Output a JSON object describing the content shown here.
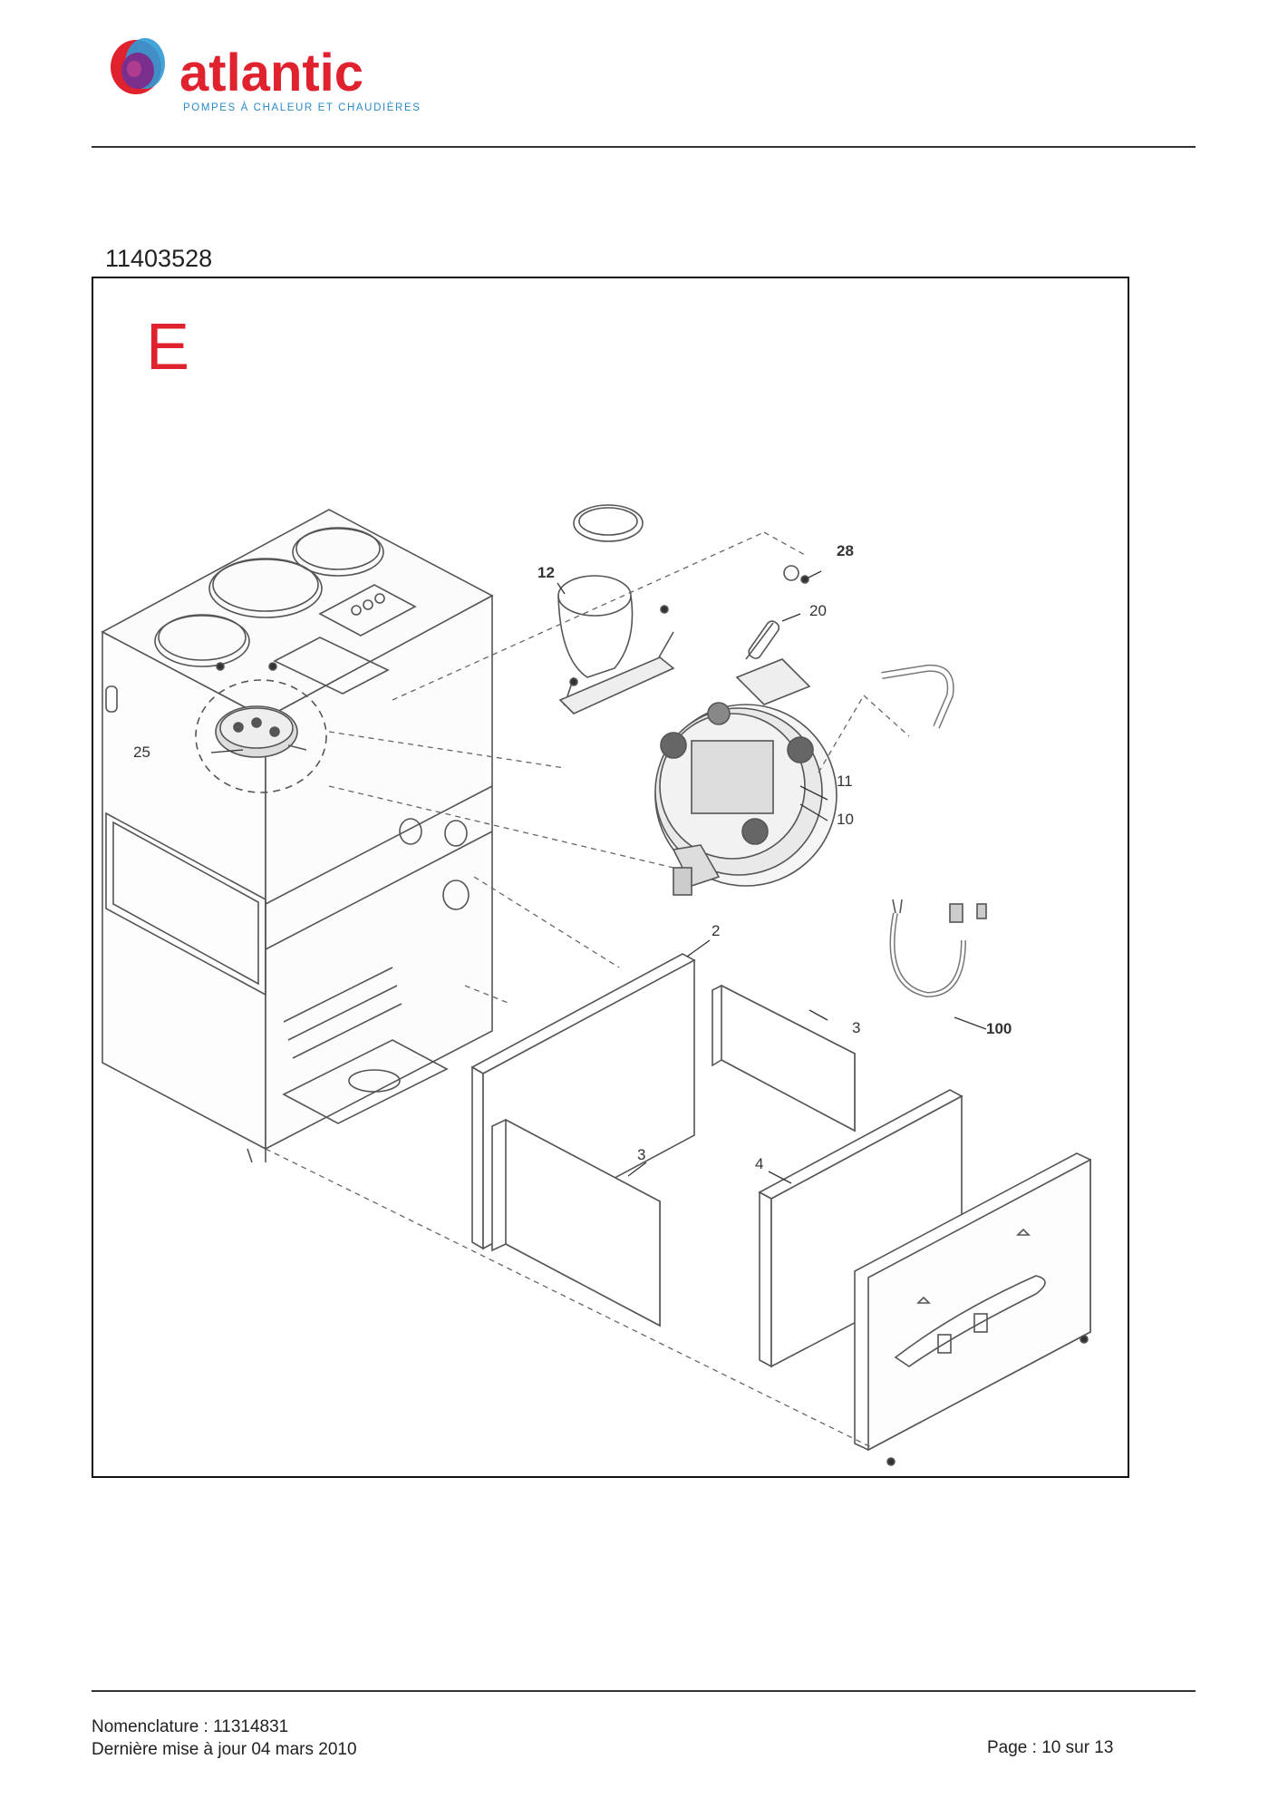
{
  "header": {
    "brand_name": "atlantic",
    "brand_tagline": "POMPES À CHALEUR ET CHAUDIÈRES",
    "brand_colors": {
      "wordmark": "#e0222e",
      "tagline": "#2a8ac6",
      "swirl_red": "#e0222e",
      "swirl_blue": "#2f9ad6",
      "swirl_purple": "#7a2f8f"
    }
  },
  "document": {
    "reference": "11403528",
    "section_letter": "E",
    "section_color": "#e0222e"
  },
  "diagram": {
    "callouts": [
      "28",
      "12",
      "20",
      "25",
      "11",
      "10",
      "2",
      "3",
      "100",
      "3",
      "4"
    ]
  },
  "footer": {
    "nomenclature": "Nomenclature : 11314831",
    "last_update": "Dernière mise à jour 04 mars 2010",
    "page": "Page : 10 sur 13"
  }
}
